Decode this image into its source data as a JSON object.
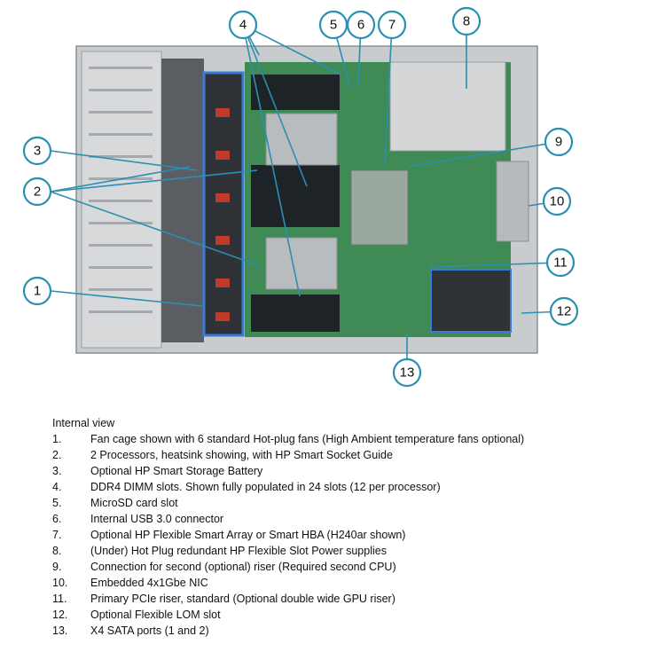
{
  "callouts": [
    {
      "number": "1"
    },
    {
      "number": "2"
    },
    {
      "number": "3"
    },
    {
      "number": "4"
    },
    {
      "number": "5"
    },
    {
      "number": "6"
    },
    {
      "number": "7"
    },
    {
      "number": "8"
    },
    {
      "number": "9"
    },
    {
      "number": "10"
    },
    {
      "number": "11"
    },
    {
      "number": "12"
    },
    {
      "number": "13"
    }
  ],
  "legend": {
    "title": "Internal view",
    "items": [
      {
        "number": "1.",
        "text": "Fan cage shown with 6 standard Hot-plug fans (High Ambient temperature fans optional)"
      },
      {
        "number": "2.",
        "text": "2 Processors, heatsink showing, with HP Smart Socket Guide"
      },
      {
        "number": "3.",
        "text": "Optional HP Smart Storage Battery"
      },
      {
        "number": "4.",
        "text": "DDR4 DIMM slots. Shown fully populated in 24 slots (12 per processor)"
      },
      {
        "number": "5.",
        "text": "MicroSD card slot"
      },
      {
        "number": "6.",
        "text": "Internal USB 3.0 connector"
      },
      {
        "number": "7.",
        "text": "Optional HP Flexible Smart Array or Smart HBA (H240ar shown)"
      },
      {
        "number": "8.",
        "text": "(Under) Hot Plug redundant HP Flexible Slot Power supplies"
      },
      {
        "number": "9.",
        "text": "Connection for second (optional) riser (Required second CPU)"
      },
      {
        "number": "10.",
        "text": "Embedded 4x1Gbe NIC"
      },
      {
        "number": "11.",
        "text": "Primary PCIe riser, standard (Optional double wide GPU riser)"
      },
      {
        "number": "12.",
        "text": "Optional Flexible LOM slot"
      },
      {
        "number": "13.",
        "text": "X4 SATA ports (1 and 2)"
      }
    ]
  }
}
